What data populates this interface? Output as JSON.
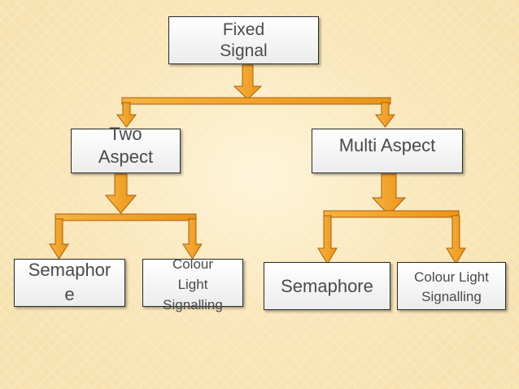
{
  "diagram": {
    "nodes": {
      "fixed_signal": "Fixed\nSignal",
      "two_aspect": "Two\nAspect",
      "multi_aspect": "Multi Aspect",
      "semaphore_two": "Semaphor\ne",
      "colour_light_two": "Colour\nLight\nSignalling",
      "semaphore_multi": "Semaphore",
      "colour_light_multi": "Colour Light\nSignalling"
    },
    "colors": {
      "arrow_fill": "#f4a127",
      "arrow_stroke": "#a85f0a",
      "box_border": "#2b2b2b",
      "text": "#4a4a4a",
      "background": "#f7e2b0"
    }
  }
}
